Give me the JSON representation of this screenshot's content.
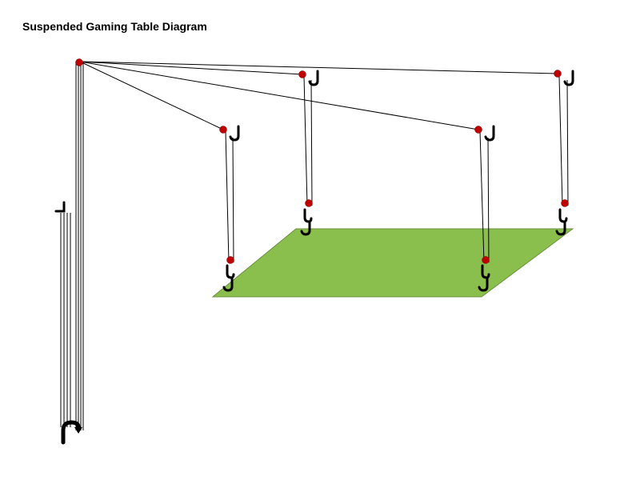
{
  "title": "Suspended Gaming Table Diagram",
  "colors": {
    "table_fill": "#8BBF4D",
    "table_stroke": "#6B8F3B",
    "pulley": "#C00000",
    "rope": "#000000",
    "hook": "#000000"
  },
  "parts": {
    "anchor_pulley": "pulley",
    "ceiling_pulleys": [
      "pulley",
      "pulley",
      "pulley",
      "pulley"
    ],
    "ceiling_hooks": [
      "hook",
      "hook",
      "hook",
      "hook"
    ],
    "table_pulleys": [
      "pulley",
      "pulley",
      "pulley",
      "pulley"
    ],
    "table_hooks": [
      "hook",
      "hook",
      "hook",
      "hook"
    ],
    "wall_cleat_top": "hook",
    "wall_cleat_bottom": "hook",
    "table": "table"
  }
}
